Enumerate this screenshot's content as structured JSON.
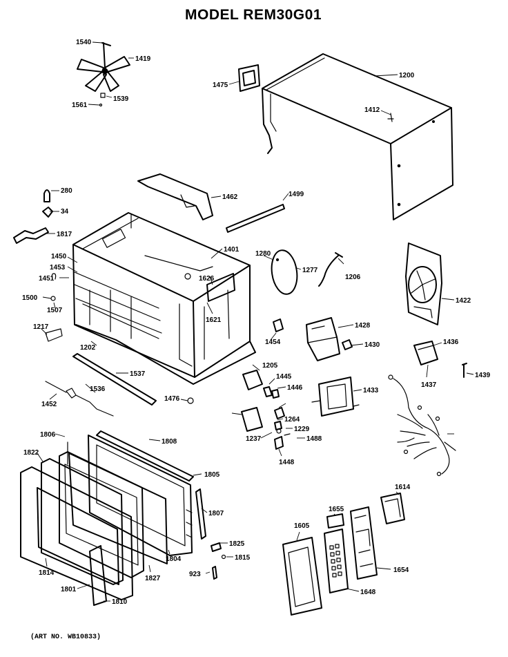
{
  "title": "MODEL REM30G01",
  "footer": "(ART NO. WB10833)",
  "parts": [
    "1540",
    "1419",
    "1561",
    "1539",
    "1475",
    "1200",
    "1412",
    "280",
    "34",
    "1817",
    "1462",
    "1499",
    "1401",
    "1450",
    "1453",
    "1451",
    "1500",
    "1507",
    "1626",
    "1621",
    "1280",
    "1277",
    "1206",
    "1422",
    "1217",
    "1202",
    "1537",
    "1536",
    "1452",
    "1476",
    "1454",
    "1428",
    "1430",
    "1205",
    "1445",
    "1446",
    "1436",
    "1437",
    "1439",
    "1433",
    "1264",
    "1229",
    "1488",
    "1237",
    "1448",
    "1806",
    "1808",
    "1822",
    "1805",
    "1807",
    "1804",
    "1827",
    "1814",
    "1801",
    "1810",
    "1825",
    "1815",
    "923",
    "1605",
    "1655",
    "1614",
    "1654",
    "1648"
  ]
}
